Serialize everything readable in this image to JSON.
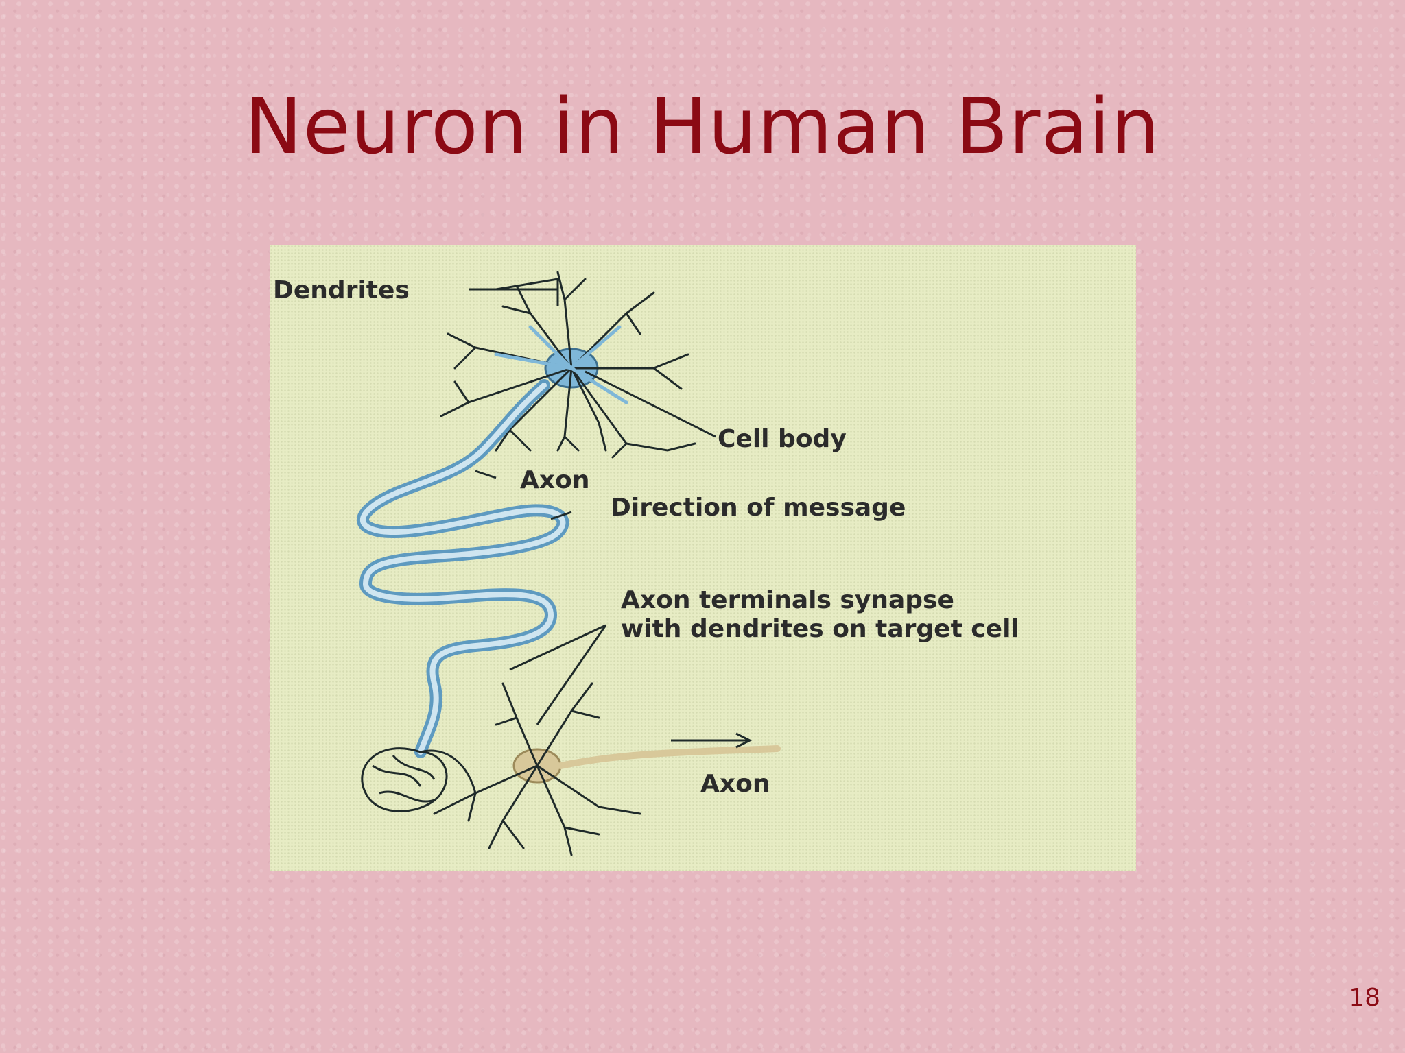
{
  "slide": {
    "title": "Neuron in Human Brain",
    "page_number": "18"
  },
  "diagram": {
    "labels": {
      "dendrites": "Dendrites",
      "cell_body": "Cell body",
      "axon_top": "Axon",
      "direction": "Direction of message",
      "terminals_line1": "Axon terminals synapse",
      "terminals_line2": "with dendrites on target cell",
      "axon_bottom": "Axon"
    },
    "colors": {
      "title": "#8b0a14",
      "neuron_upper": "#7fb7d8",
      "neuron_lower": "#d8c89a",
      "dendrite_lines": "#1f2a2a",
      "figure_bg": "#e7ecc4"
    }
  }
}
